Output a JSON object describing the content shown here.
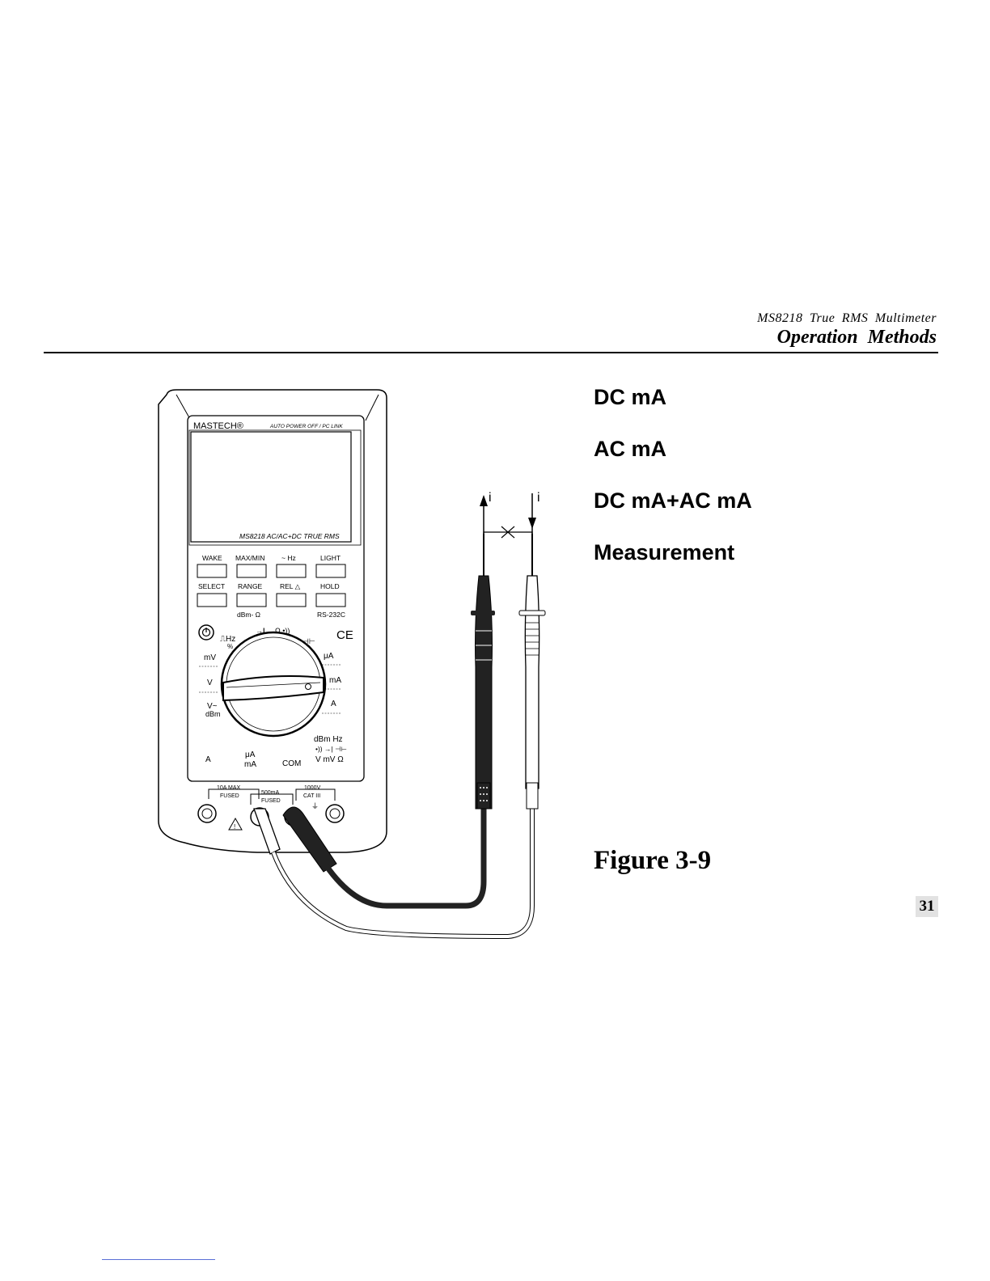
{
  "header": {
    "product_title": "MS8218 True RMS Multimeter",
    "section_title": "Operation Methods"
  },
  "headings": [
    "DC mA",
    "AC mA",
    "DC mA+AC mA",
    "Measurement"
  ],
  "figure": {
    "caption": "Figure 3-9",
    "meter": {
      "brand": "MASTECH®",
      "tagline": "AUTO POWER OFF / PC LINK",
      "model": "MS8218 AC/AC+DC TRUE RMS",
      "button_row1": [
        "WAKE",
        "MAX/MIN",
        "~ Hz",
        "LIGHT"
      ],
      "button_row2": [
        "SELECT",
        "RANGE",
        "REL △",
        "HOLD"
      ],
      "sub_labels": [
        "dBm- Ω",
        "RS-232C"
      ],
      "dial_labels": {
        "freq": "⎍Hz",
        "percent": "%",
        "diode": "→|",
        "ohm": "Ω •))",
        "cap": "⊣⊢",
        "ce": "CE",
        "mv": "mV",
        "v": "V",
        "vac": "V~",
        "dbm": "dBm",
        "ua": "μA",
        "ma": "mA",
        "a": "A"
      },
      "terminal_labels": {
        "a": "A",
        "ua": "μA",
        "ma": "mA",
        "com": "COM",
        "dbm_hz": "dBm Hz",
        "sym": "•)) →| ⊣⊢",
        "vmv": "V mV Ω"
      },
      "fuse_labels": {
        "a_max": "10A MAX",
        "a_fused": "FUSED",
        "ma_max": "500mA",
        "ma_fused": "FUSED",
        "cat_v": "1000V",
        "cat": "CAT III"
      },
      "current_label": "i"
    }
  }
}
